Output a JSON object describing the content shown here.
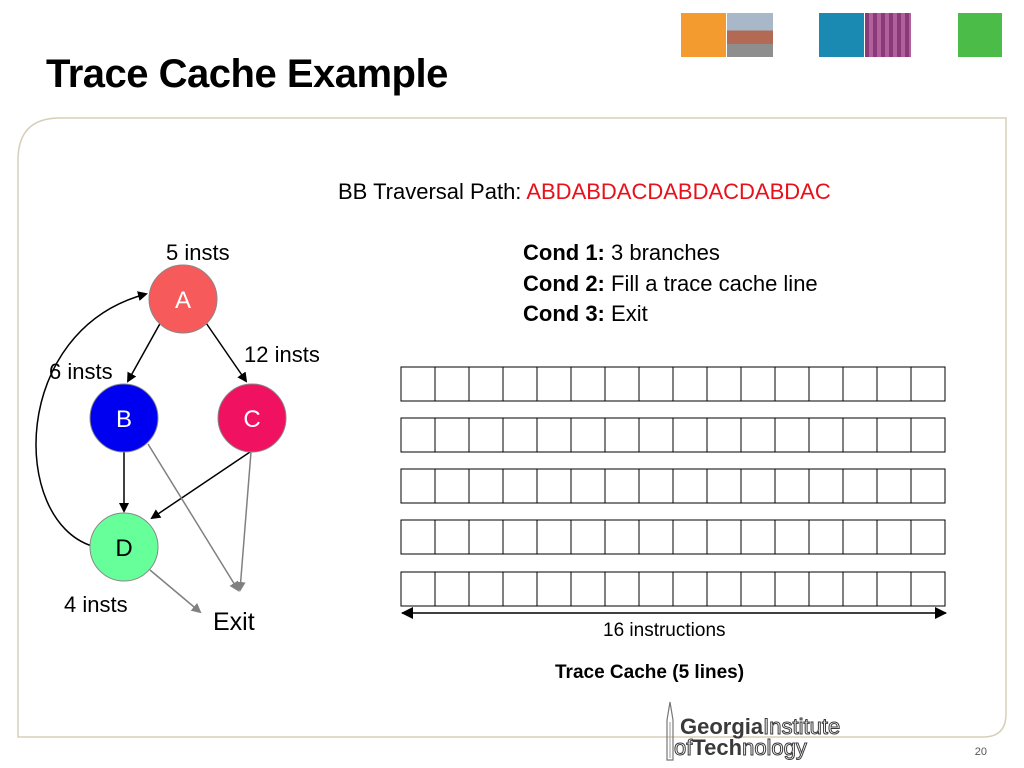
{
  "slide": {
    "title": "Trace Cache Example",
    "page_number": "20"
  },
  "traversal": {
    "label": "BB Traversal Path:",
    "path": "ABDABDACDABDACDABDAC"
  },
  "conditions": [
    {
      "label": "Cond 1:",
      "text": "3 branches"
    },
    {
      "label": "Cond 2:",
      "text": "Fill a trace cache line"
    },
    {
      "label": "Cond 3:",
      "text": "Exit"
    }
  ],
  "graph": {
    "nodes": [
      {
        "id": "A",
        "label": "A",
        "color": "#f75a5a"
      },
      {
        "id": "B",
        "label": "B",
        "color": "#0000f0"
      },
      {
        "id": "C",
        "label": "C",
        "color": "#f01260"
      },
      {
        "id": "D",
        "label": "D",
        "color": "#66ff99"
      }
    ],
    "annotations": {
      "a_insts": "5 insts",
      "b_insts": "6 insts",
      "c_insts": "12 insts",
      "d_insts": "4 insts",
      "exit": "Exit"
    }
  },
  "trace_cache": {
    "lines": 5,
    "cells_per_line": 16,
    "width_label": "16 instructions",
    "caption": "Trace Cache (5 lines)"
  },
  "logo": {
    "line1_bold": "Georgia",
    "line1_rest": "Institute",
    "line2_pre": "of",
    "line2_bold": "Tech",
    "line2_rest": "nology"
  }
}
